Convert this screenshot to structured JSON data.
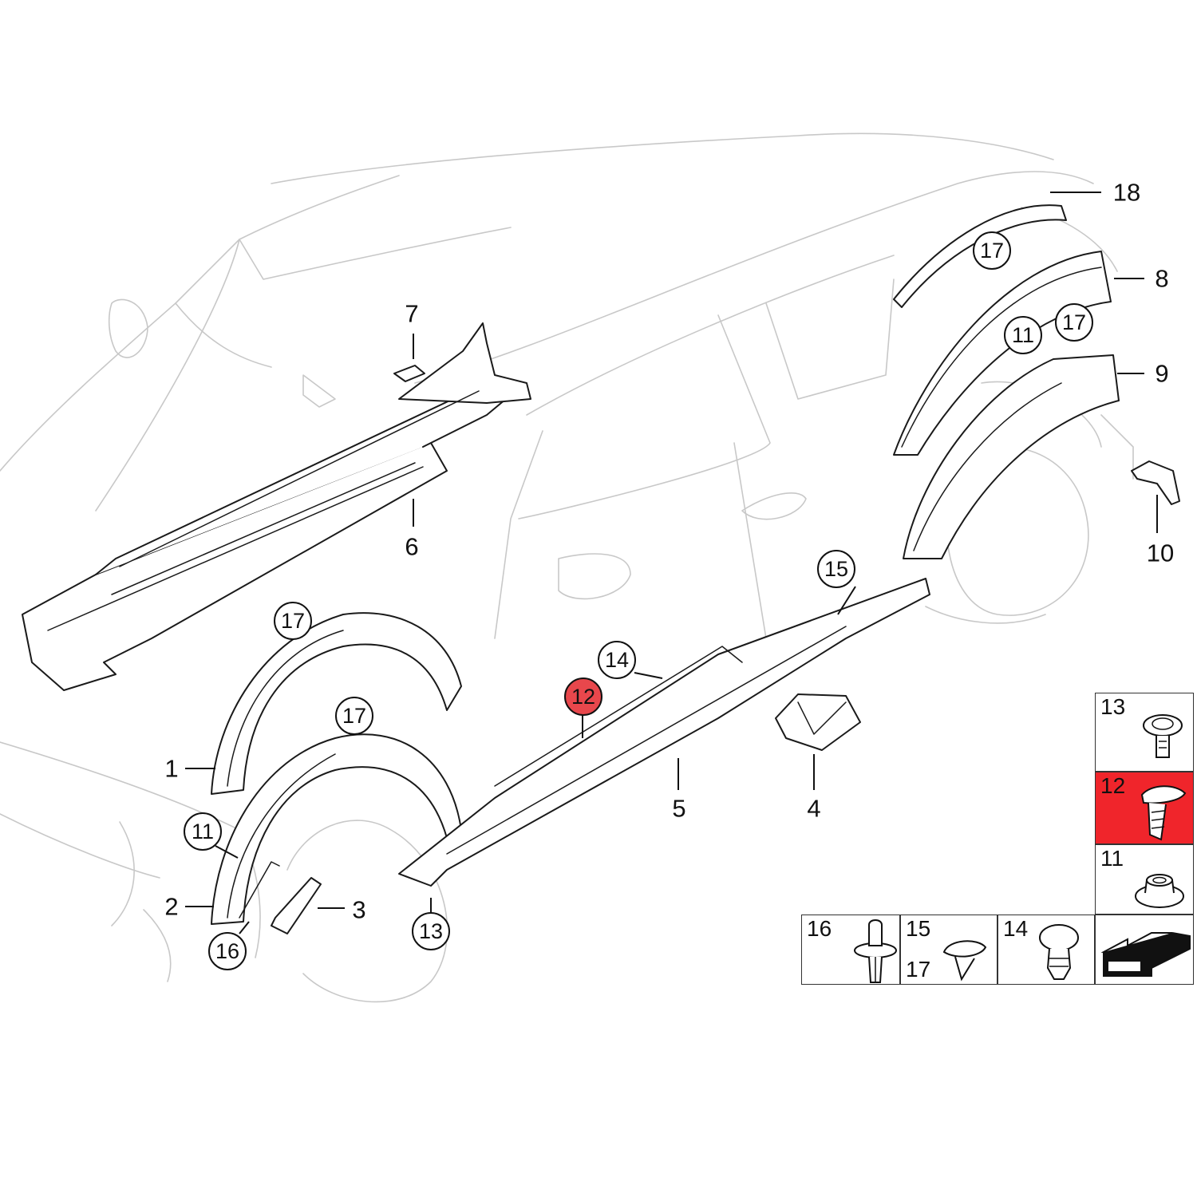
{
  "callouts": {
    "c1": "1",
    "c2": "2",
    "c3": "3",
    "c4": "4",
    "c5": "5",
    "c6": "6",
    "c7": "7",
    "c8": "8",
    "c9": "9",
    "c10": "10",
    "c18": "18",
    "b17_top": "17",
    "b17_rear": "17",
    "b11_rear": "11",
    "b15": "15",
    "b17_front_upper": "17",
    "b17_front_lower": "17",
    "b14": "14",
    "b12": "12",
    "b11_front": "11",
    "b16": "16",
    "b13": "13"
  },
  "legend": {
    "cell13": "13",
    "cell12": "12",
    "cell11": "11",
    "cell16": "16",
    "cell15": "15",
    "cell15b": "17",
    "cell14": "14"
  },
  "colors": {
    "highlight": "#f0252b",
    "line": "#1a1a1a",
    "ghost": "#c8c8c8"
  }
}
